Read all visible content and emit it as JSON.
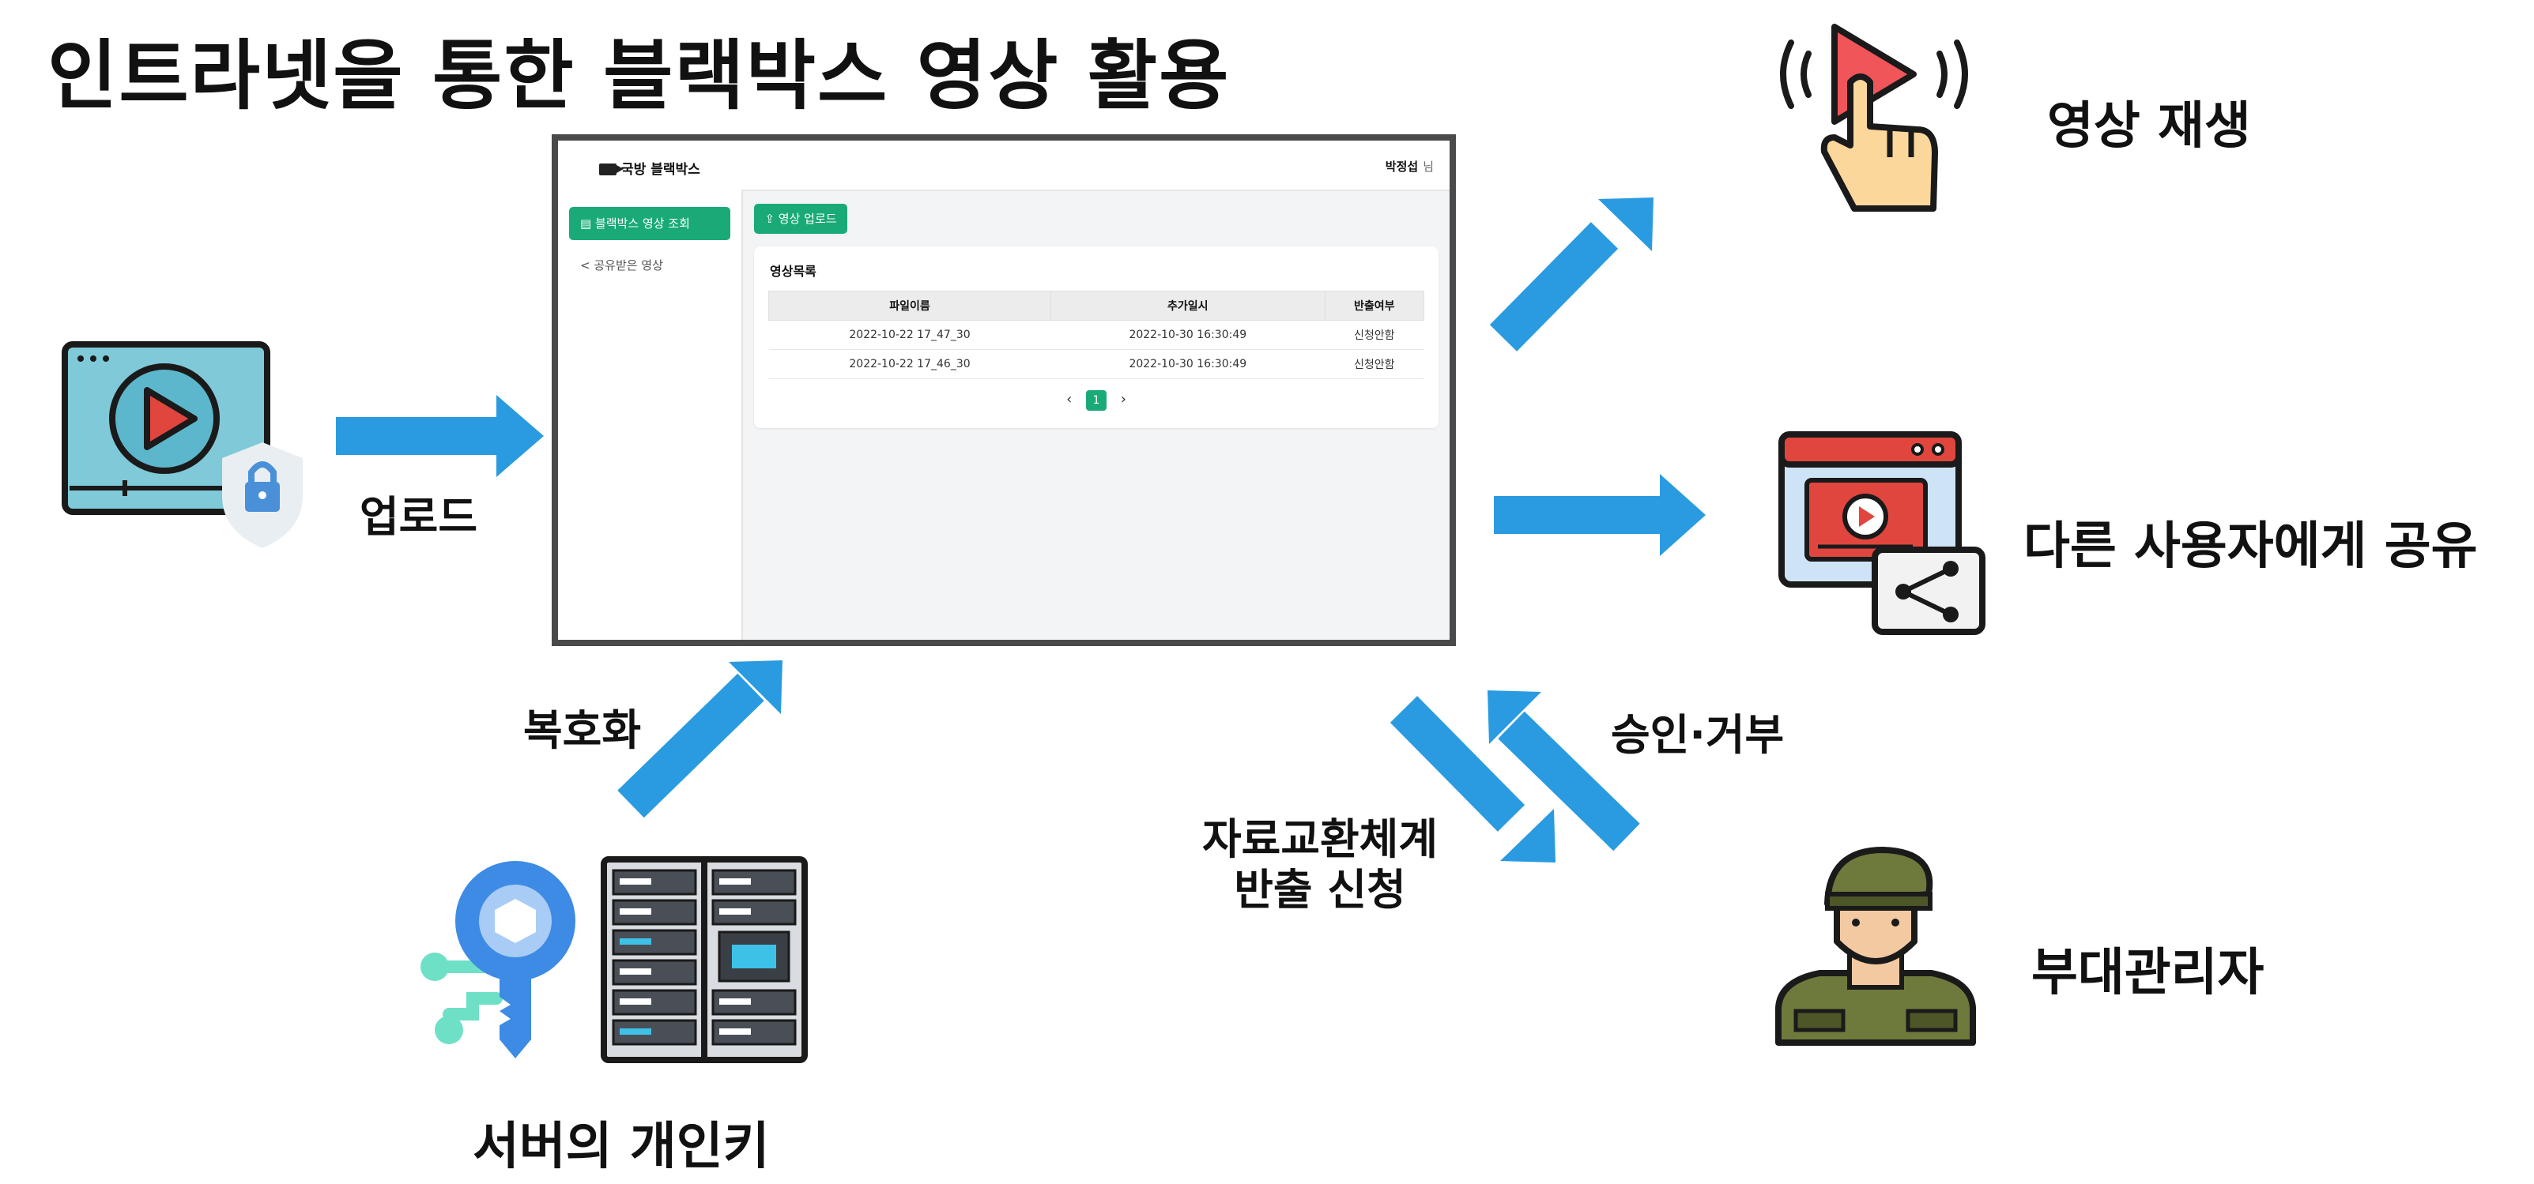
{
  "title": "인트라넷을 통한 블랙박스 영상 활용",
  "labels": {
    "upload": "업로드",
    "decrypt": "복호화",
    "server_key": "서버의 개인키",
    "play": "영상 재생",
    "share": "다른 사용자에게 공유",
    "approve": "승인·거부",
    "export_req_line1": "자료교환체계",
    "export_req_line2": "반출 신청",
    "manager": "부대관리자"
  },
  "screenshot": {
    "brand": "국방 블랙박스",
    "user": "박정섭",
    "user_suffix": "님",
    "nav": [
      "블랙박스 영상 조회",
      "공유받은 영상"
    ],
    "upload_button": "영상 업로드",
    "card_title": "영상목록",
    "table": {
      "headers": [
        "파일이름",
        "추가일시",
        "반출여부"
      ],
      "rows": [
        [
          "2022-10-22 17_47_30",
          "2022-10-30 16:30:49",
          "신청안함"
        ],
        [
          "2022-10-22 17_46_30",
          "2022-10-30 16:30:49",
          "신청안함"
        ]
      ]
    },
    "pager": {
      "prev": "‹",
      "current": "1",
      "next": "›"
    }
  },
  "colors": {
    "arrow": "#2a9be0",
    "accent": "#1aaa77"
  },
  "icons": [
    "video-lock-icon",
    "touch-play-icon",
    "video-share-icon",
    "key-icon",
    "server-rack-icon",
    "soldier-icon"
  ]
}
